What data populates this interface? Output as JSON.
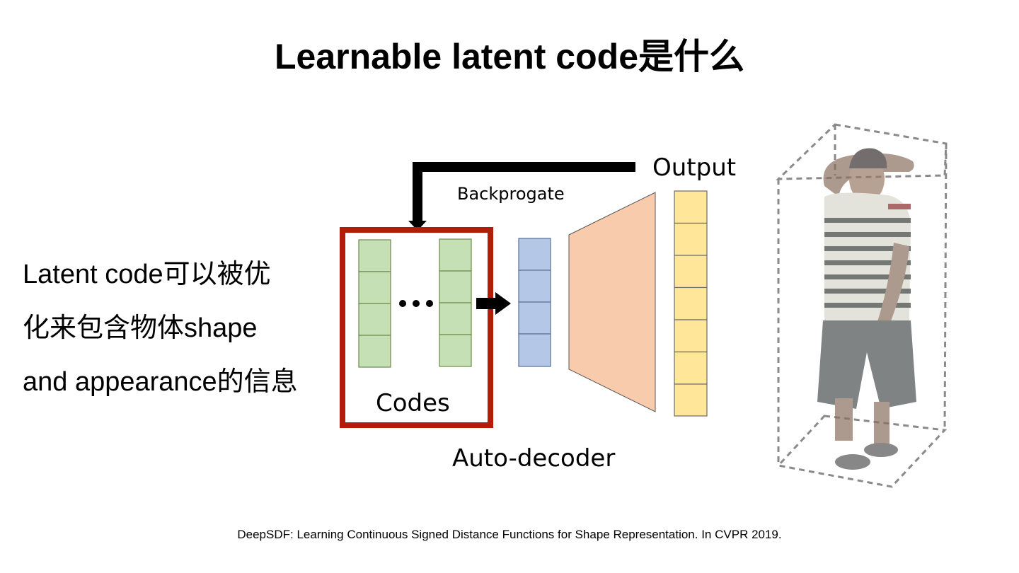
{
  "slide": {
    "title": "Learnable latent code是什么",
    "body_lines": [
      "Latent code可以被优",
      "化来包含物体shape",
      "and appearance的信息"
    ],
    "citation": "DeepSDF: Learning Continuous Signed Distance Functions for Shape Representation. In CVPR 2019."
  },
  "diagram": {
    "output_label": "Output",
    "backprop_label": "Backprogate",
    "codes_label": "Codes",
    "decoder_label": "Auto-decoder",
    "colors": {
      "codes_frame": "#b31b0b",
      "code_fill": "#c5e0b4",
      "latent_fill": "#b4c7e7",
      "decoder_fill": "#f8cbad",
      "output_fill": "#ffe699"
    }
  }
}
